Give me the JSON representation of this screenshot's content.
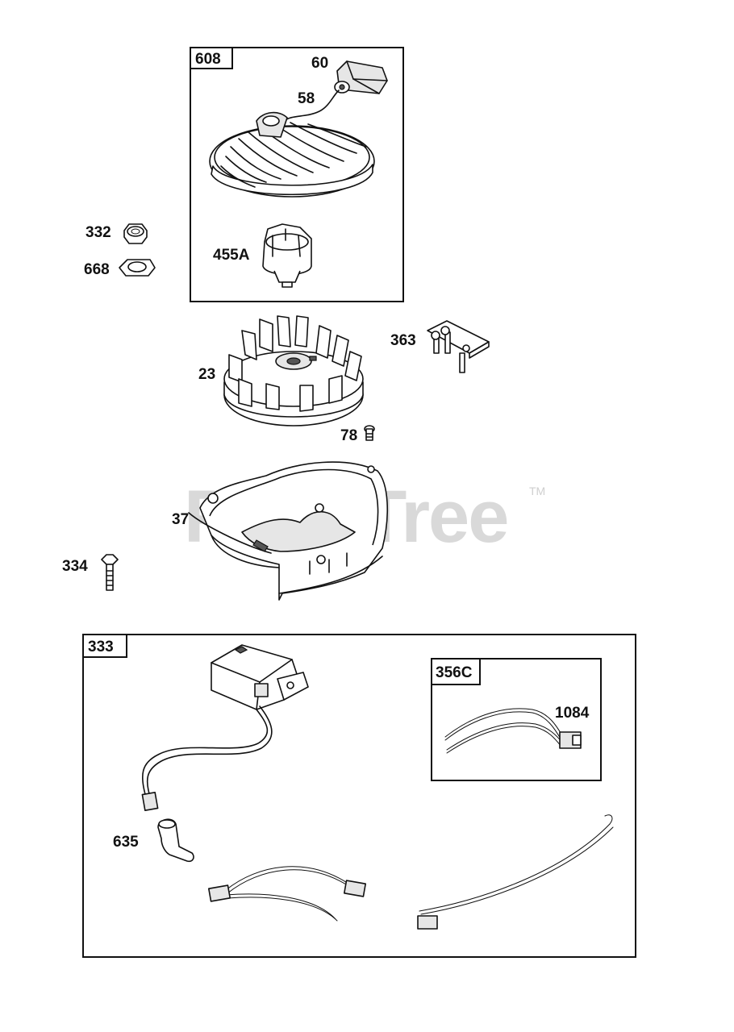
{
  "watermark": {
    "text": "PartsTree",
    "trademark": "TM"
  },
  "groups": [
    {
      "id": "608",
      "label": "608"
    },
    {
      "id": "333",
      "label": "333"
    },
    {
      "id": "356C",
      "label": "356C"
    }
  ],
  "callouts": {
    "p60": "60",
    "p58": "58",
    "p332": "332",
    "p668": "668",
    "p455A": "455A",
    "p363": "363",
    "p23": "23",
    "p78": "78",
    "p37": "37",
    "p334": "334",
    "p1084": "1084",
    "p635": "635"
  }
}
